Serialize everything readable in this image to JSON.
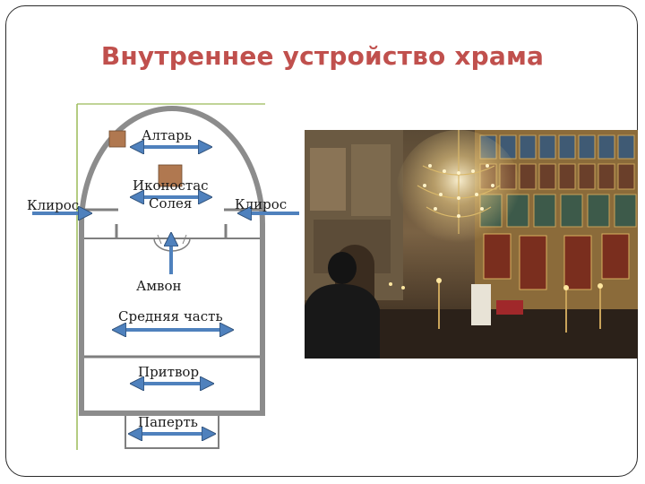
{
  "slide": {
    "title": "Внутреннее устройство храма"
  },
  "plan": {
    "labels": {
      "altar": "Алтарь",
      "iconostasis": "Иконостас",
      "soleya": "Солея",
      "kliros_left": "Клирос",
      "kliros_right": "Клирос",
      "ambon": "Амвон",
      "middle": "Средняя часть",
      "narthex": "Притвор",
      "porch": "Паперть"
    },
    "colors": {
      "arrow": "#4f81bd",
      "arrow_stroke": "#2c4d75",
      "wall": "#7f7f7f",
      "border_line": "#9bbb59",
      "marker": "#b07850"
    }
  },
  "photo": {
    "subject": "church-interior-photo"
  }
}
